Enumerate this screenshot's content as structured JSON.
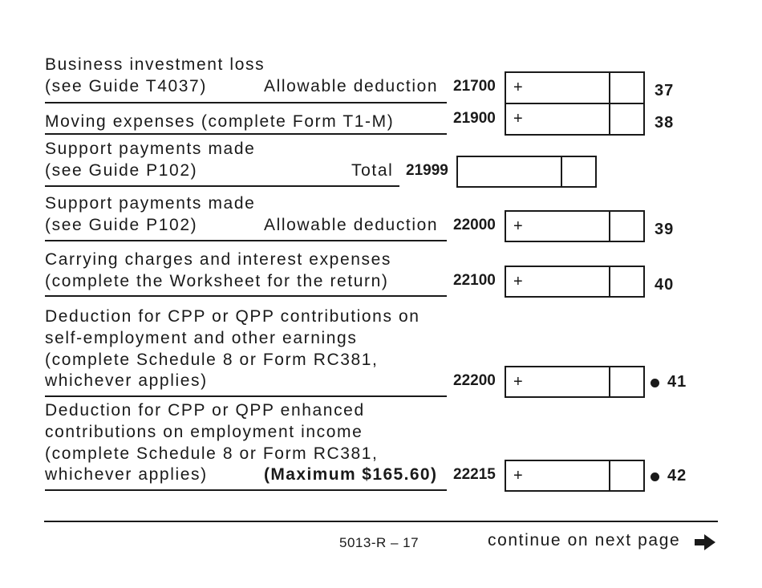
{
  "lines": [
    {
      "label_lines": [
        "Business investment loss",
        "(see Guide T4037)"
      ],
      "inline_label": "Allowable deduction",
      "code": "21700",
      "sign": "+",
      "line_number": "37",
      "marker": false
    },
    {
      "label_lines": [
        "Moving expenses (complete Form T1-M)"
      ],
      "code": "21900",
      "sign": "+",
      "line_number": "38",
      "marker": false
    },
    {
      "label_lines": [
        "Support payments made",
        "(see Guide P102)"
      ],
      "inline_label": "Total",
      "code": "21999",
      "sign": "",
      "line_number": "",
      "marker": false
    },
    {
      "label_lines": [
        "Support payments made",
        "(see Guide P102)"
      ],
      "inline_label": "Allowable deduction",
      "code": "22000",
      "sign": "+",
      "line_number": "39",
      "marker": false
    },
    {
      "label_lines": [
        "Carrying charges and interest expenses",
        "(complete the Worksheet for the return)"
      ],
      "code": "22100",
      "sign": "+",
      "line_number": "40",
      "marker": false
    },
    {
      "label_lines": [
        "Deduction for CPP or QPP contributions on",
        "self-employment and other earnings",
        "(complete Schedule 8 or Form RC381,",
        "whichever applies)"
      ],
      "code": "22200",
      "sign": "+",
      "line_number": "41",
      "marker": true
    },
    {
      "label_lines": [
        "Deduction for CPP or QPP enhanced",
        "contributions on employment income",
        "(complete Schedule 8 or Form RC381,",
        "whichever applies)"
      ],
      "inline_label_bold": "(Maximum $165.60)",
      "code": "22215",
      "sign": "+",
      "line_number": "42",
      "marker": true
    }
  ],
  "footer": {
    "page_id": "5013-R – 17",
    "continue_text": "continue on next page",
    "arrow_icon": "right-arrow-icon"
  }
}
